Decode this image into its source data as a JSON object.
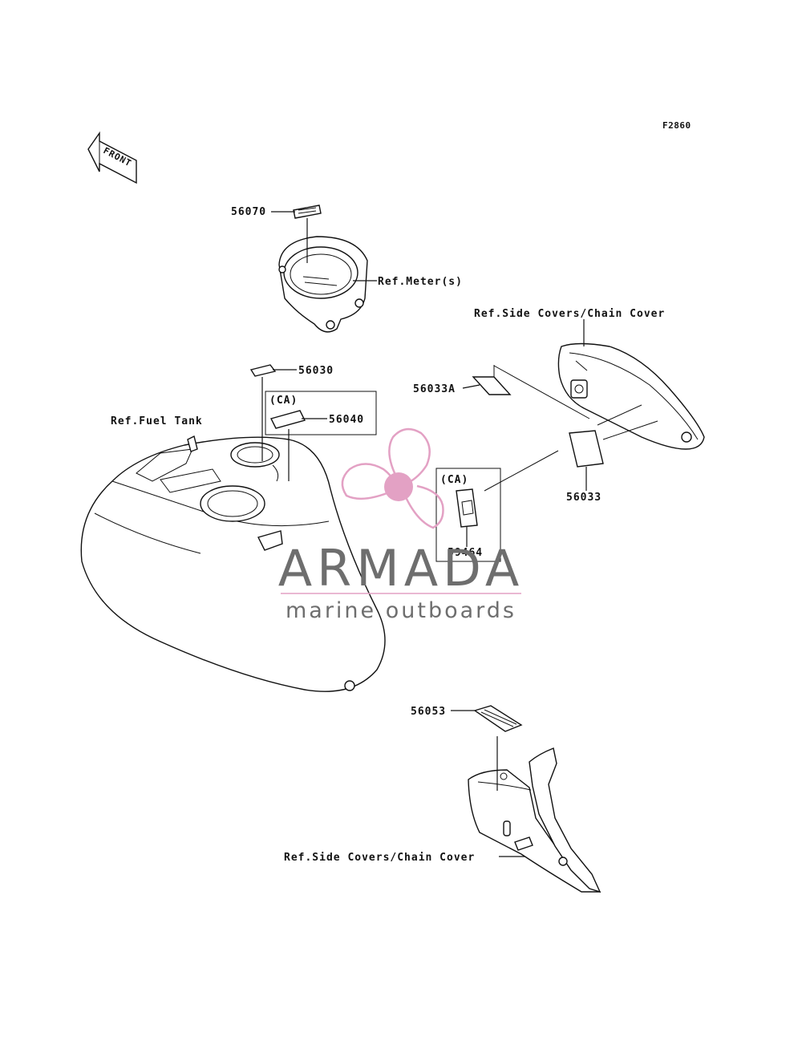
{
  "figure_code": "F2860",
  "front_arrow_text": "FRONT",
  "callouts": {
    "p56070": "56070",
    "ref_meter": "Ref.Meter(s)",
    "ref_side_covers_top": "Ref.Side Covers/Chain Cover",
    "p56030": "56030",
    "ca_1": "(CA)",
    "p56040": "56040",
    "ref_fuel_tank": "Ref.Fuel Tank",
    "p56033a": "56033A",
    "ca_2": "(CA)",
    "p56033": "56033",
    "p59464": "59464",
    "p56053": "56053",
    "ref_side_covers_bottom": "Ref.Side Covers/Chain Cover"
  },
  "watermark": {
    "brand": "ARMADA",
    "tagline": "marine outboards",
    "brand_color": "#6e6e6e",
    "logo_color": "#e3a1c4",
    "logo_icon": "propeller-icon"
  }
}
